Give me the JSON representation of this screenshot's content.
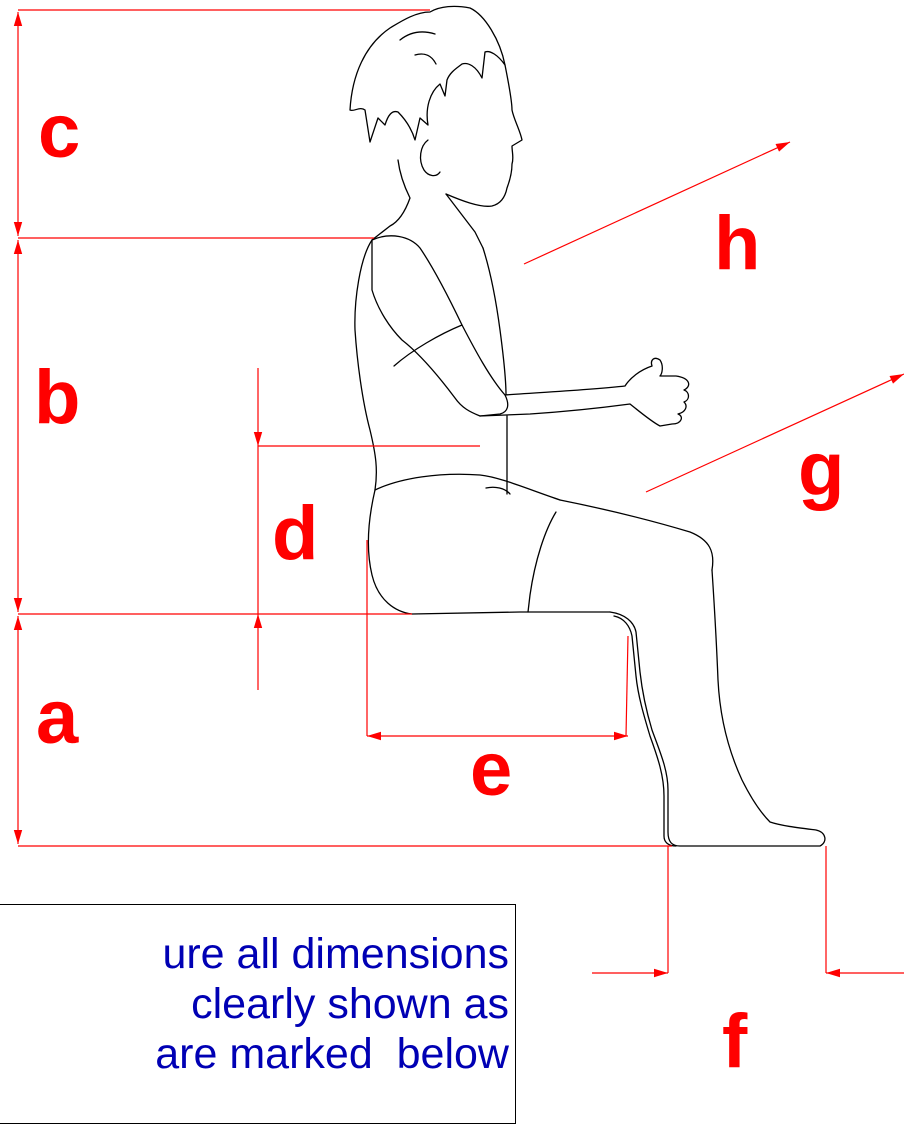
{
  "colors": {
    "dimension": "#ff0000",
    "outline": "#000000",
    "note_text": "#0000b4"
  },
  "labels": {
    "a": "a",
    "b": "b",
    "c": "c",
    "d": "d",
    "e": "e",
    "f": "f",
    "g": "g",
    "h": "h"
  },
  "note": {
    "text": "ure all dimensions\nclearly shown as\nare marked  below"
  }
}
